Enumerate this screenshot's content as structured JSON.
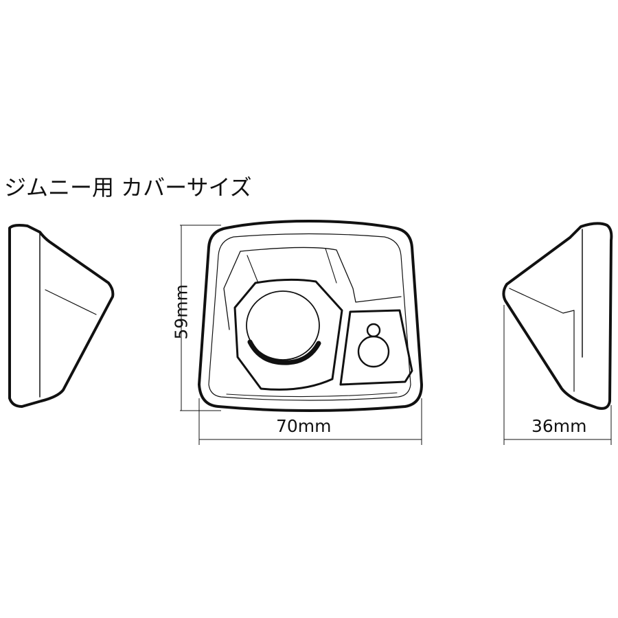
{
  "title": "ジムニー用 カバーサイズ",
  "dimensions": {
    "height": "59mm",
    "width": "70mm",
    "depth": "36mm"
  },
  "views": [
    "left-side-view",
    "front-view",
    "right-side-view"
  ],
  "colors": {
    "line": "#111111",
    "background": "#ffffff"
  }
}
